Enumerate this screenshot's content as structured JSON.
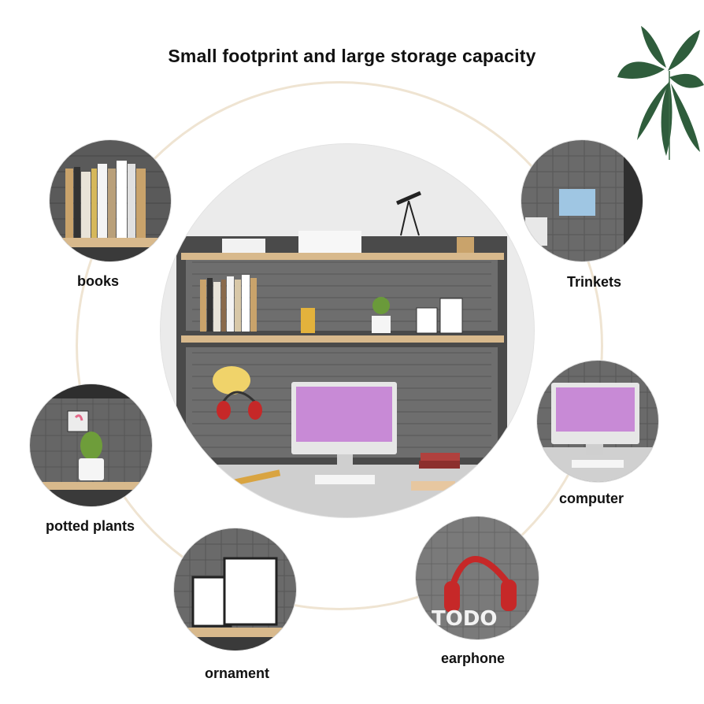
{
  "title": "Small footprint and large storage capacity",
  "labels": {
    "books": "books",
    "trinkets": "Trinkets",
    "potted_plants": "potted plants",
    "computer": "computer",
    "ornament": "ornament",
    "earphone": "earphone"
  },
  "decal_text": "TODO",
  "colors": {
    "ring": "#efe4d2",
    "shelf_frame": "#2a2a2a",
    "shelf_wood": "#d8b98c",
    "wall": "#e9e9e9",
    "screen": "#c88ad6",
    "leaf": "#2f5d3c"
  }
}
